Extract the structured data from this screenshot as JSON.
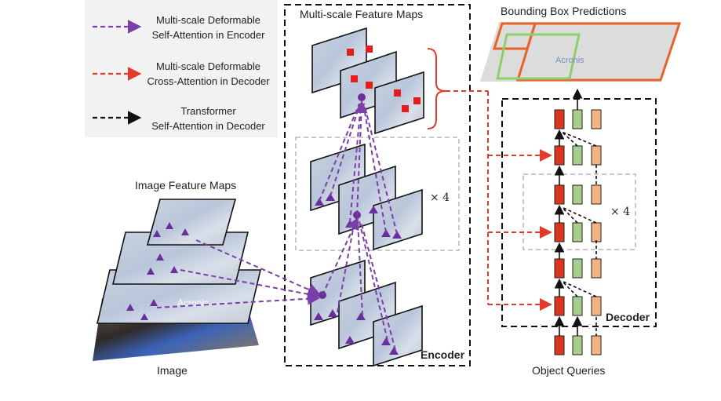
{
  "legend": {
    "items": [
      {
        "label": "Multi-scale Deformable\nSelf-Attention in Encoder",
        "color": "#7a3fa8"
      },
      {
        "label": "Multi-scale Deformable\nCross-Attention in Decoder",
        "color": "#e23b2b"
      },
      {
        "label": "Transformer\nSelf-Attention in Decoder",
        "color": "#111111"
      }
    ]
  },
  "titles": {
    "multi_scale": "Multi-scale Feature Maps",
    "bbox": "Bounding Box Predictions",
    "image_feature": "Image Feature Maps",
    "image": "Image",
    "encoder": "Encoder",
    "decoder": "Decoder",
    "object_queries": "Object Queries",
    "times4_enc": "× 4",
    "times4_dec": "× 4"
  },
  "image_text": {
    "logo": "Acronis",
    "logo2": "Acronis"
  },
  "colors": {
    "purple": "#7a3fa8",
    "red_dash": "#e23b2b",
    "red_box": "#d9381e",
    "green_box": "#a8d08d",
    "peach_box": "#f4b183",
    "bbox_orange": "#e8622c",
    "bbox_green": "#8fcf6a"
  }
}
